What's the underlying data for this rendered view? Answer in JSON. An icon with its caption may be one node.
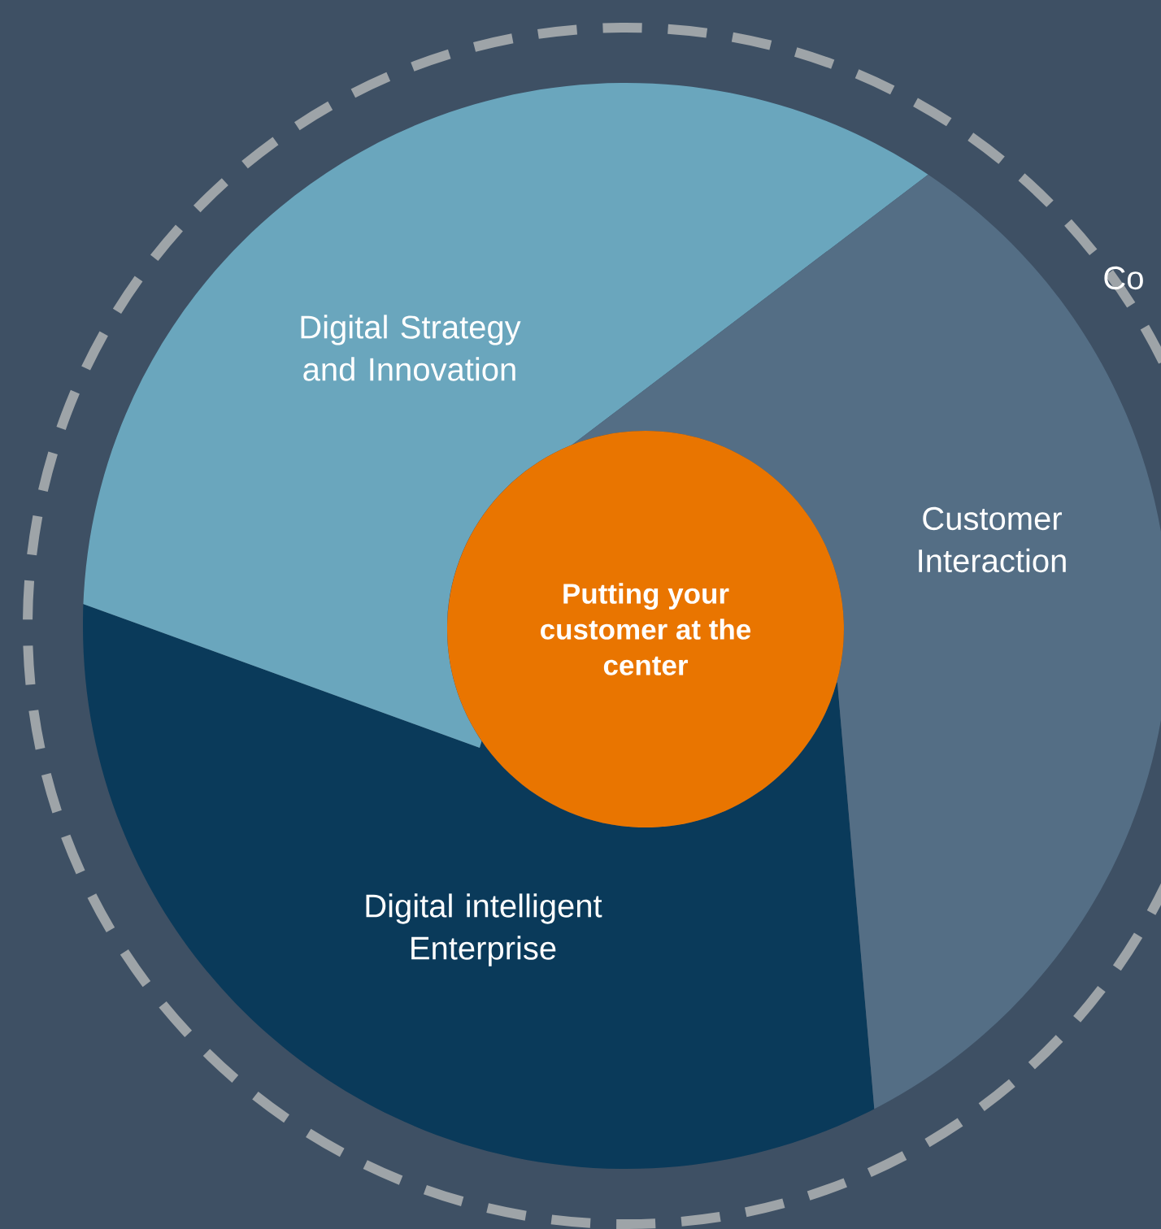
{
  "diagram": {
    "nodes": [
      {
        "text": [
          "Digital Strategy and Innovation"
        ]
      },
      {
        "text": [
          "Customer Interaction"
        ]
      },
      {
        "text": [
          "Digital intelligent Enterprise"
        ]
      },
      {
        "text": [
          "Putting your customer at the center"
        ]
      }
    ],
    "labels": [
      "Co"
    ]
  }
}
